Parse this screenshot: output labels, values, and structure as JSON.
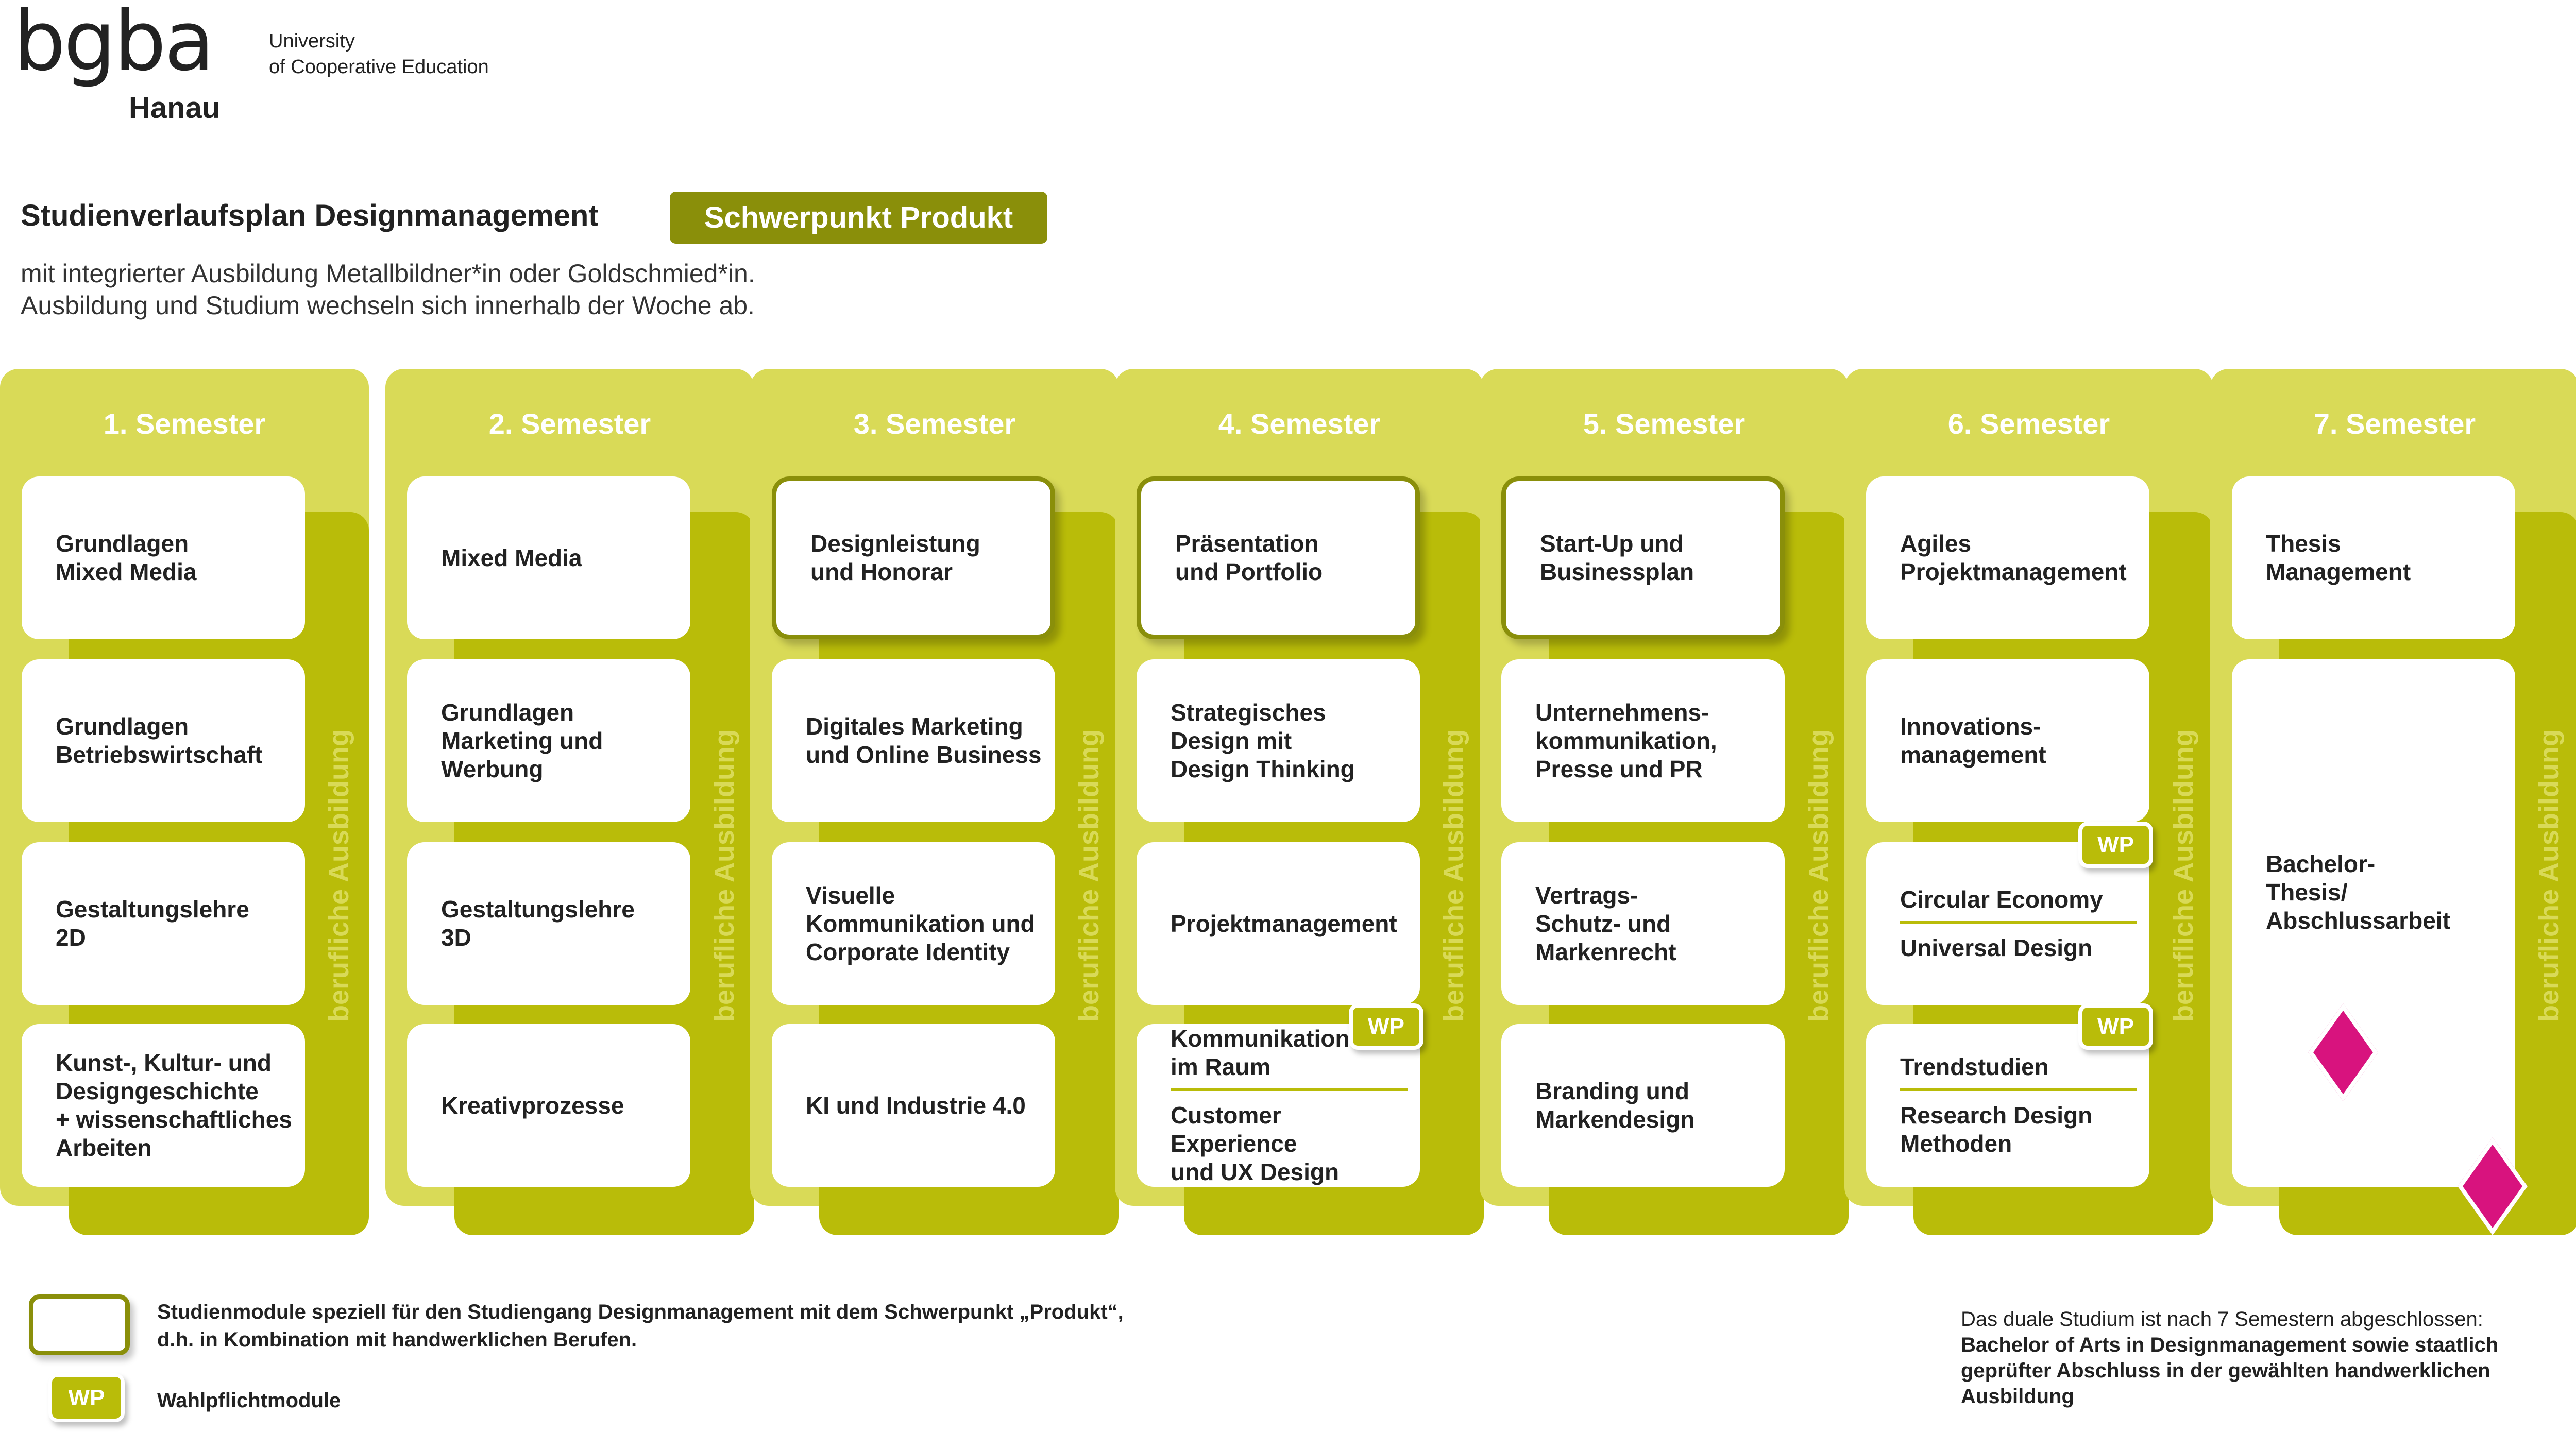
{
  "header": {
    "logo_mark": "bgba",
    "logo_city": "Hanau",
    "logo_uni_line1": "University",
    "logo_uni_line2": "of Cooperative Education",
    "title": "Studienverlaufsplan Designmanagement",
    "focus_badge": "Schwerpunkt Produkt",
    "subtitle_line1": "mit integrierter Ausbildung Metallbildner*in oder Goldschmied*in.",
    "subtitle_line2": "Ausbildung und Studium wechseln sich innerhalb der Woche ab."
  },
  "vertical_label": "berufliche Ausbildung",
  "wp_label": "WP",
  "semesters": [
    {
      "title": "1. Semester",
      "modules": [
        {
          "text": "Grundlagen\nMixed Media"
        },
        {
          "text": "Grundlagen\nBetriebswirtschaft"
        },
        {
          "text": "Gestaltungslehre\n2D"
        },
        {
          "text": "Kunst-, Kultur- und\nDesigngeschichte\n+ wissenschaftliches\nArbeiten"
        }
      ]
    },
    {
      "title": "2. Semester",
      "modules": [
        {
          "text": "Mixed Media"
        },
        {
          "text": "Grundlagen\nMarketing und\nWerbung"
        },
        {
          "text": "Gestaltungslehre\n3D"
        },
        {
          "text": "Kreativprozesse"
        }
      ]
    },
    {
      "title": "3. Semester",
      "modules": [
        {
          "text": "Designleistung\nund Honorar",
          "special": true
        },
        {
          "text": "Digitales Marketing\nund Online Business"
        },
        {
          "text": "Visuelle\nKommunikation und\nCorporate Identity"
        },
        {
          "text": "KI und Industrie 4.0"
        }
      ]
    },
    {
      "title": "4. Semester",
      "modules": [
        {
          "text": "Präsentation\nund Portfolio",
          "special": true
        },
        {
          "text": "Strategisches\nDesign mit\nDesign Thinking"
        },
        {
          "text": "Projektmanagement"
        },
        {
          "text": "Kommunikation\nim Raum",
          "alt": "Customer Experience\nund UX Design",
          "wp": true
        }
      ]
    },
    {
      "title": "5. Semester",
      "modules": [
        {
          "text": "Start-Up und\nBusinessplan",
          "special": true
        },
        {
          "text": "Unternehmens-\nkommunikation,\nPresse und PR"
        },
        {
          "text": "Vertrags-\nSchutz- und\nMarkenrecht"
        },
        {
          "text": "Branding und\nMarkendesign"
        }
      ]
    },
    {
      "title": "6. Semester",
      "modules": [
        {
          "text": "Agiles\nProjektmanagement"
        },
        {
          "text": "Innovations-\nmanagement"
        },
        {
          "text": "Circular Economy",
          "alt": "Universal Design",
          "wp": true
        },
        {
          "text": "Trendstudien",
          "alt": "Research Design\nMethoden",
          "wp": true
        }
      ]
    },
    {
      "title": "7. Semester",
      "modules": [
        {
          "text": "Thesis\nManagement"
        },
        {
          "text": "Bachelor-\nThesis/\nAbschlussarbeit"
        }
      ]
    }
  ],
  "legend": {
    "special_line1": "Studienmodule speziell für den Studiengang Designmanagement mit dem Schwerpunkt „Produkt“,",
    "special_line2": "d.h. in Kombination mit handwerklichen Berufen.",
    "wp_text": "Wahlpflichtmodule"
  },
  "footer": {
    "line1": "Das duale Studium ist nach 7 Semestern abgeschlossen:",
    "line2": "Bachelor of Arts in Designmanagement sowie staatlich",
    "line3": "geprüfter Abschluss in der gewählten handwerklichen",
    "line4": "Ausbildung"
  },
  "colors": {
    "semester_light": "#d9da57",
    "semester_strip": "#b9bc09",
    "accent_dark": "#8a8f0a",
    "diamond": "#d8137e"
  }
}
